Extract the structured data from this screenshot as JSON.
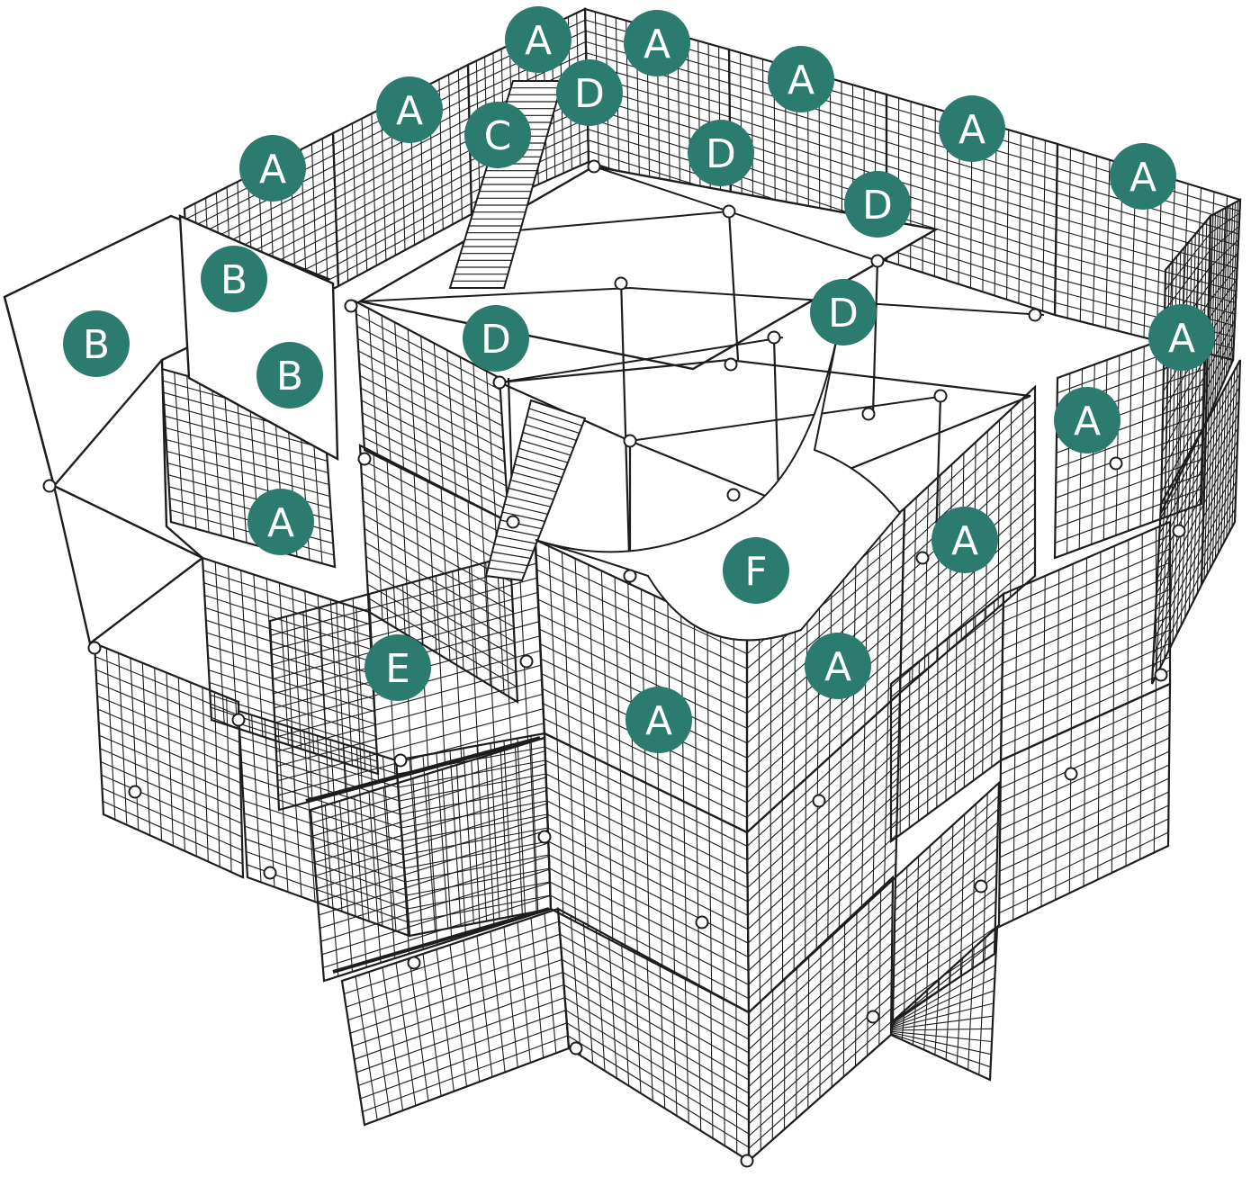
{
  "diagram": {
    "colors": {
      "label_bg": "#2b7b6e",
      "label_text": "#ffffff",
      "wire": "#1d1d1d",
      "background": "#ffffff"
    },
    "callouts": [
      {
        "letter": "A",
        "part": "grid-panel"
      },
      {
        "letter": "A",
        "part": "grid-panel"
      },
      {
        "letter": "A",
        "part": "grid-panel"
      },
      {
        "letter": "A",
        "part": "grid-panel"
      },
      {
        "letter": "A",
        "part": "grid-panel"
      },
      {
        "letter": "A",
        "part": "grid-panel"
      },
      {
        "letter": "A",
        "part": "grid-panel"
      },
      {
        "letter": "A",
        "part": "grid-panel"
      },
      {
        "letter": "A",
        "part": "grid-panel"
      },
      {
        "letter": "A",
        "part": "grid-panel"
      },
      {
        "letter": "A",
        "part": "grid-panel"
      },
      {
        "letter": "A",
        "part": "grid-panel"
      },
      {
        "letter": "A",
        "part": "grid-panel"
      },
      {
        "letter": "B",
        "part": "plain-panel"
      },
      {
        "letter": "B",
        "part": "plain-panel"
      },
      {
        "letter": "B",
        "part": "plain-panel"
      },
      {
        "letter": "C",
        "part": "ramp"
      },
      {
        "letter": "D",
        "part": "shelf"
      },
      {
        "letter": "D",
        "part": "shelf"
      },
      {
        "letter": "D",
        "part": "shelf"
      },
      {
        "letter": "D",
        "part": "shelf"
      },
      {
        "letter": "D",
        "part": "shelf"
      },
      {
        "letter": "E",
        "part": "door"
      },
      {
        "letter": "F",
        "part": "hammock"
      }
    ]
  }
}
